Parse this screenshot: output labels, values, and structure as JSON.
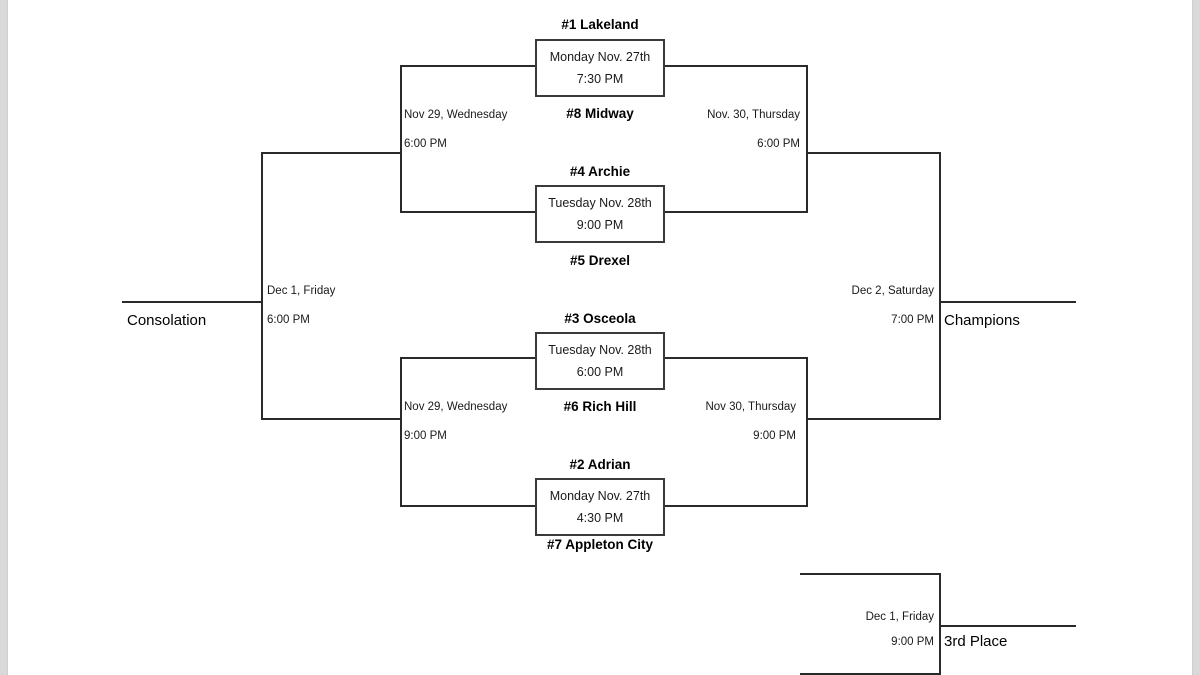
{
  "document": {
    "type": "tournament-bracket",
    "teams": [
      "#1 Lakeland",
      "#8 Midway",
      "#4 Archie",
      "#5 Drexel",
      "#3 Osceola",
      "#6 Rich Hill",
      "#2 Adrian",
      "#7 Appleton City"
    ]
  },
  "quarterfinals": [
    {
      "top_team": "#1 Lakeland",
      "bottom_team": "#8 Midway",
      "date": "Monday Nov. 27th",
      "time": "7:30 PM"
    },
    {
      "top_team": "#4 Archie",
      "bottom_team": "#5 Drexel",
      "date": "Tuesday Nov. 28th",
      "time": "9:00 PM"
    },
    {
      "top_team": "#3 Osceola",
      "bottom_team": "#6 Rich Hill",
      "date": "Tuesday Nov. 28th",
      "time": "6:00 PM"
    },
    {
      "top_team": "#2 Adrian",
      "bottom_team": "#7 Appleton City",
      "date": "Monday Nov. 27th",
      "time": "4:30 PM"
    }
  ],
  "semifinals": {
    "upper_right": {
      "date": "Nov. 30, Thursday",
      "time": "6:00 PM"
    },
    "lower_right": {
      "date": "Nov 30, Thursday",
      "time": "9:00 PM"
    }
  },
  "consolation_semis": {
    "upper_left": {
      "date": "Nov 29, Wednesday",
      "time": "6:00 PM"
    },
    "lower_left": {
      "date": "Nov 29, Wednesday",
      "time": "9:00 PM"
    }
  },
  "finals": {
    "championship": {
      "title": "Champions",
      "date": "Dec 2, Saturday",
      "time": "7:00 PM"
    },
    "consolation": {
      "title": "Consolation",
      "date": "Dec 1, Friday",
      "time": "6:00 PM"
    },
    "third_place": {
      "title": "3rd Place",
      "date": "Dec 1, Friday",
      "time": "9:00 PM"
    }
  }
}
